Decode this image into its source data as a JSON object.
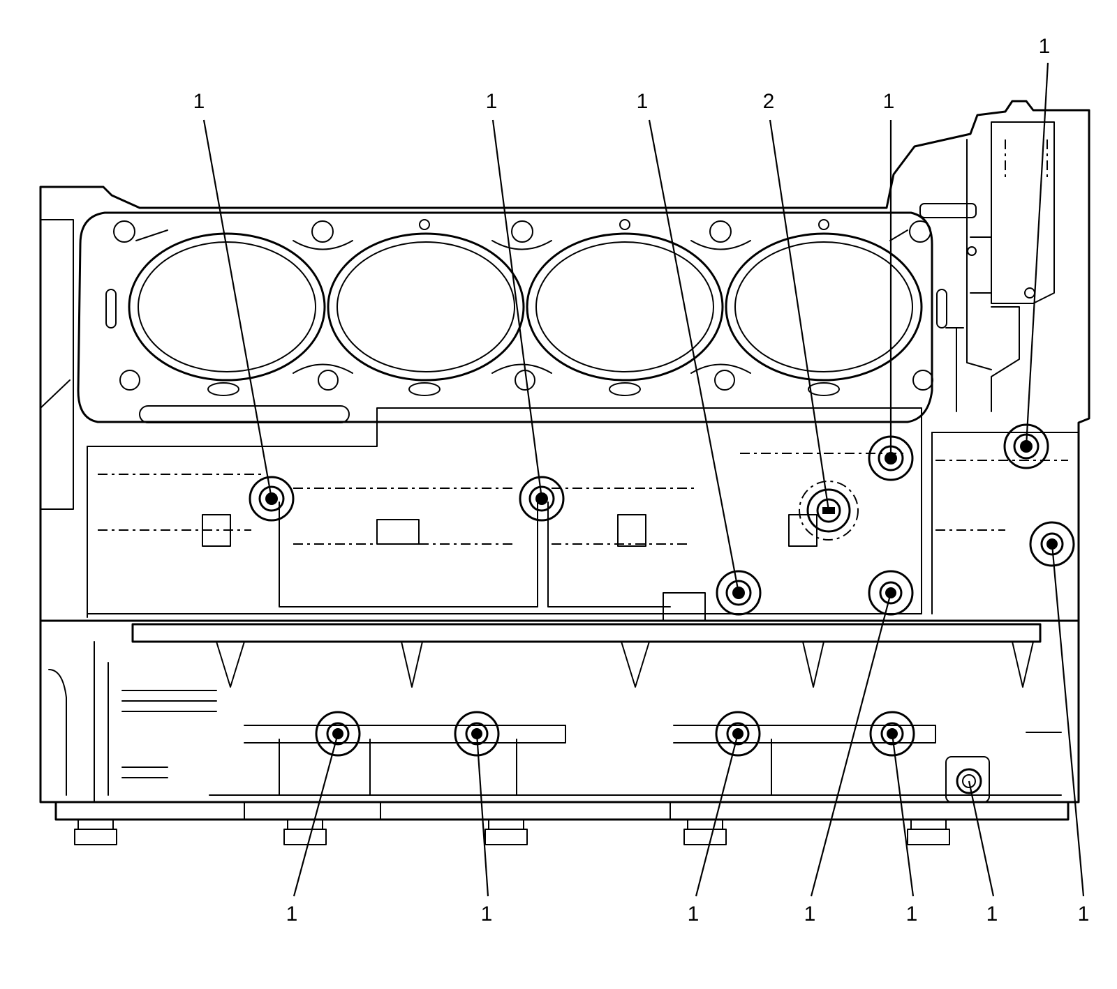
{
  "diagram": {
    "background": "#ffffff",
    "ink_color": "#000000",
    "callouts": [
      {
        "id": "c1",
        "label": "1"
      },
      {
        "id": "c2",
        "label": "1"
      },
      {
        "id": "c3",
        "label": "1"
      },
      {
        "id": "c4",
        "label": "2"
      },
      {
        "id": "c5",
        "label": "1"
      },
      {
        "id": "c6",
        "label": "1"
      },
      {
        "id": "c7",
        "label": "1"
      },
      {
        "id": "c8",
        "label": "1"
      },
      {
        "id": "c9",
        "label": "1"
      },
      {
        "id": "c10",
        "label": "1"
      },
      {
        "id": "c11",
        "label": "1"
      },
      {
        "id": "c12",
        "label": "1"
      },
      {
        "id": "c13",
        "label": "1"
      }
    ]
  }
}
